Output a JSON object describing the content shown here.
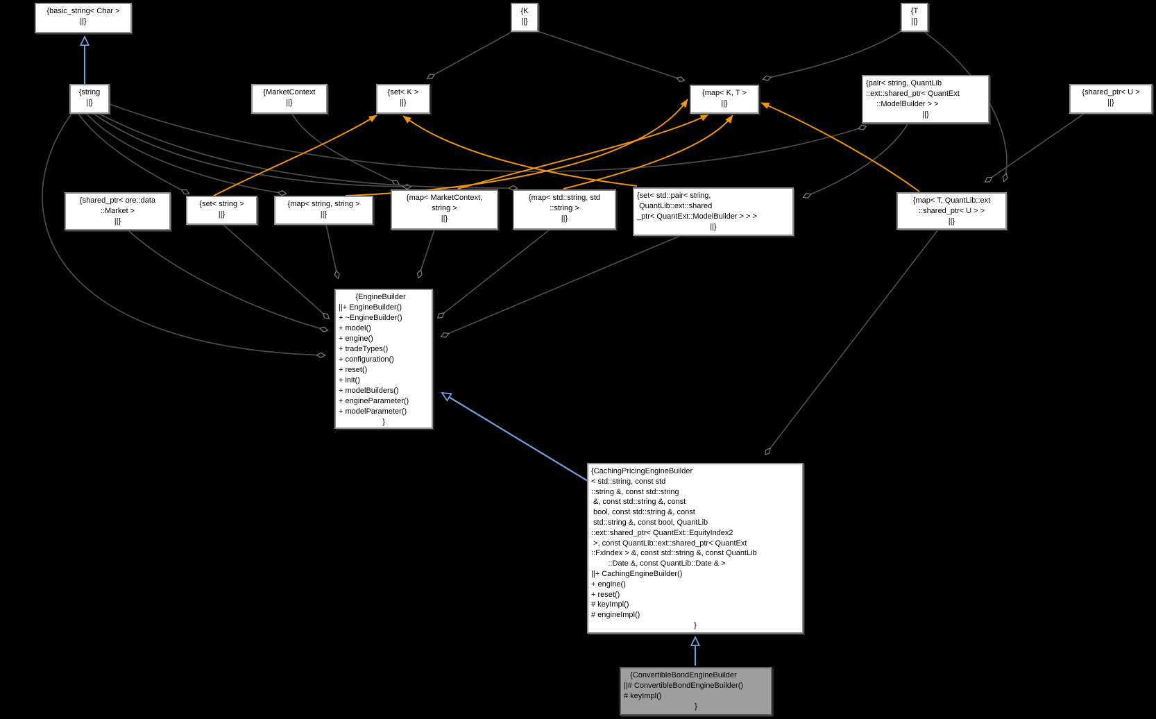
{
  "colors": {
    "background": "#000000",
    "node_background": "#ffffff",
    "highlight_node_background": "#9e9e9e",
    "node_border": "#8f8f8f",
    "edge_gray": "#4d4d4d",
    "edge_orange": "#f1940e",
    "edge_blue": "#6ca0dd",
    "text": "#000000"
  },
  "nodes": {
    "basicstring": {
      "lines": [
        "{basic_string< Char >",
        "||}"
      ]
    },
    "k": {
      "lines": [
        "{K",
        "||}"
      ]
    },
    "t": {
      "lines": [
        "{T",
        "||}"
      ]
    },
    "string": {
      "lines": [
        "{string",
        "||}"
      ]
    },
    "marketcontext": {
      "lines": [
        "{MarketContext",
        "||}"
      ]
    },
    "setk": {
      "lines": [
        "{set< K >",
        "||}"
      ]
    },
    "mapkt": {
      "lines": [
        "{map< K, T >",
        "||}"
      ]
    },
    "pair": {
      "lines": [
        "{pair< string, QuantLib",
        "::ext::shared_ptr< QuantExt",
        "     ::ModelBuilder > >",
        "||}"
      ]
    },
    "sharedu": {
      "lines": [
        "{shared_ptr< U >",
        "||}"
      ]
    },
    "sharedmarket": {
      "lines": [
        "{shared_ptr< ore::data",
        "::Market >",
        "||}"
      ]
    },
    "setstring": {
      "lines": [
        "{set< string >",
        "||}"
      ]
    },
    "mapss": {
      "lines": [
        "{map< string, string >",
        "||}"
      ]
    },
    "mapmcs": {
      "lines": [
        "{map< MarketContext,",
        "string >",
        "||}"
      ]
    },
    "mapstds": {
      "lines": [
        "{map< std::string, std",
        "::string >",
        "||}"
      ]
    },
    "setpair": {
      "lines": [
        "{set< std::pair< string,",
        " QuantLib::ext::shared",
        "_ptr< QuantExt::ModelBuilder > > >",
        "||}"
      ]
    },
    "maptsh": {
      "lines": [
        "{map< T, QuantLib::ext",
        "::shared_ptr< U > >",
        "||}"
      ]
    },
    "enginebuilder": {
      "lines": [
        "        {EngineBuilder",
        "||+ EngineBuilder()",
        "+ ~EngineBuilder()",
        "+ model()",
        "+ engine()",
        "+ tradeTypes()",
        "+ configuration()",
        "+ reset()",
        "+ init()",
        "+ modelBuilders()",
        "+ engineParameter()",
        "+ modelParameter()",
        "}"
      ]
    },
    "caching": {
      "lines": [
        "{CachingPricingEngineBuilder",
        "< std::string, const std",
        "::string &, const std::string",
        " &, const std::string &, const",
        " bool, const std::string &, const",
        " std::string &, const bool, QuantLib",
        "::ext::shared_ptr< QuantExt::EquityIndex2",
        " >, const QuantLib::ext::shared_ptr< QuantExt",
        "::FxIndex > &, const std::string &, const QuantLib",
        "        ::Date &, const QuantLib::Date & >",
        "||+ CachingEngineBuilder()",
        "+ engine()",
        "+ reset()",
        "# keyImpl()",
        "# engineImpl()",
        "}"
      ]
    },
    "convertible": {
      "lines": [
        "   {ConvertibleBondEngineBuilder",
        "||# ConvertibleBondEngineBuilder()",
        "# keyImpl()",
        "}"
      ]
    }
  },
  "edges": [
    {
      "id": "edge-string-basicstring",
      "from": "string",
      "to": "basicstring",
      "kind": "inheritance"
    },
    {
      "id": "edge-caching-enginebuilder",
      "from": "caching",
      "to": "enginebuilder",
      "kind": "inheritance"
    },
    {
      "id": "edge-convertible-caching",
      "from": "convertible",
      "to": "caching",
      "kind": "inheritance"
    },
    {
      "id": "edge-k-setk",
      "from": "k",
      "to": "setk",
      "kind": "aggregation"
    },
    {
      "id": "edge-k-mapkt",
      "from": "k",
      "to": "mapkt",
      "kind": "aggregation"
    },
    {
      "id": "edge-t-mapkt",
      "from": "t",
      "to": "mapkt",
      "kind": "aggregation"
    },
    {
      "id": "edge-t-maptsh",
      "from": "t",
      "to": "maptsh",
      "kind": "aggregation"
    },
    {
      "id": "edge-sharedu-maptsh",
      "from": "sharedu",
      "to": "maptsh",
      "kind": "aggregation"
    },
    {
      "id": "edge-pair-setpair",
      "from": "pair",
      "to": "setpair",
      "kind": "aggregation"
    },
    {
      "id": "edge-marketcontext-mapmcs",
      "from": "marketcontext",
      "to": "mapmcs",
      "kind": "aggregation"
    },
    {
      "id": "edge-string-setstring",
      "from": "string",
      "to": "setstring",
      "kind": "aggregation"
    },
    {
      "id": "edge-string-mapss",
      "from": "string",
      "to": "mapss",
      "kind": "aggregation"
    },
    {
      "id": "edge-string-mapmcs",
      "from": "string",
      "to": "mapmcs",
      "kind": "aggregation"
    },
    {
      "id": "edge-string-mapstds",
      "from": "string",
      "to": "mapstds",
      "kind": "aggregation"
    },
    {
      "id": "edge-string-pair",
      "from": "string",
      "to": "pair",
      "kind": "aggregation"
    },
    {
      "id": "edge-string-enginebuilder",
      "from": "string",
      "to": "enginebuilder",
      "kind": "aggregation"
    },
    {
      "id": "edge-setstring-enginebuilder",
      "from": "setstring",
      "to": "enginebuilder",
      "kind": "aggregation"
    },
    {
      "id": "edge-sharedmarket-enginebuilder",
      "from": "sharedmarket",
      "to": "enginebuilder",
      "kind": "aggregation"
    },
    {
      "id": "edge-mapss-enginebuilder",
      "from": "mapss",
      "to": "enginebuilder",
      "kind": "aggregation"
    },
    {
      "id": "edge-mapmcs-enginebuilder",
      "from": "mapmcs",
      "to": "enginebuilder",
      "kind": "aggregation"
    },
    {
      "id": "edge-mapstds-enginebuilder",
      "from": "mapstds",
      "to": "enginebuilder",
      "kind": "aggregation"
    },
    {
      "id": "edge-setpair-enginebuilder",
      "from": "setpair",
      "to": "enginebuilder",
      "kind": "aggregation"
    },
    {
      "id": "edge-maptsh-caching",
      "from": "maptsh",
      "to": "caching",
      "kind": "aggregation"
    },
    {
      "id": "edge-setstring-setk",
      "from": "setstring",
      "to": "setk",
      "kind": "template-instance"
    },
    {
      "id": "edge-setpair-setk",
      "from": "setpair",
      "to": "setk",
      "kind": "template-instance"
    },
    {
      "id": "edge-mapss-mapkt",
      "from": "mapss",
      "to": "mapkt",
      "kind": "template-instance"
    },
    {
      "id": "edge-mapmcs-mapkt",
      "from": "mapmcs",
      "to": "mapkt",
      "kind": "template-instance"
    },
    {
      "id": "edge-mapstds-mapkt",
      "from": "mapstds",
      "to": "mapkt",
      "kind": "template-instance"
    },
    {
      "id": "edge-maptsh-mapkt",
      "from": "maptsh",
      "to": "mapkt",
      "kind": "template-instance"
    }
  ]
}
